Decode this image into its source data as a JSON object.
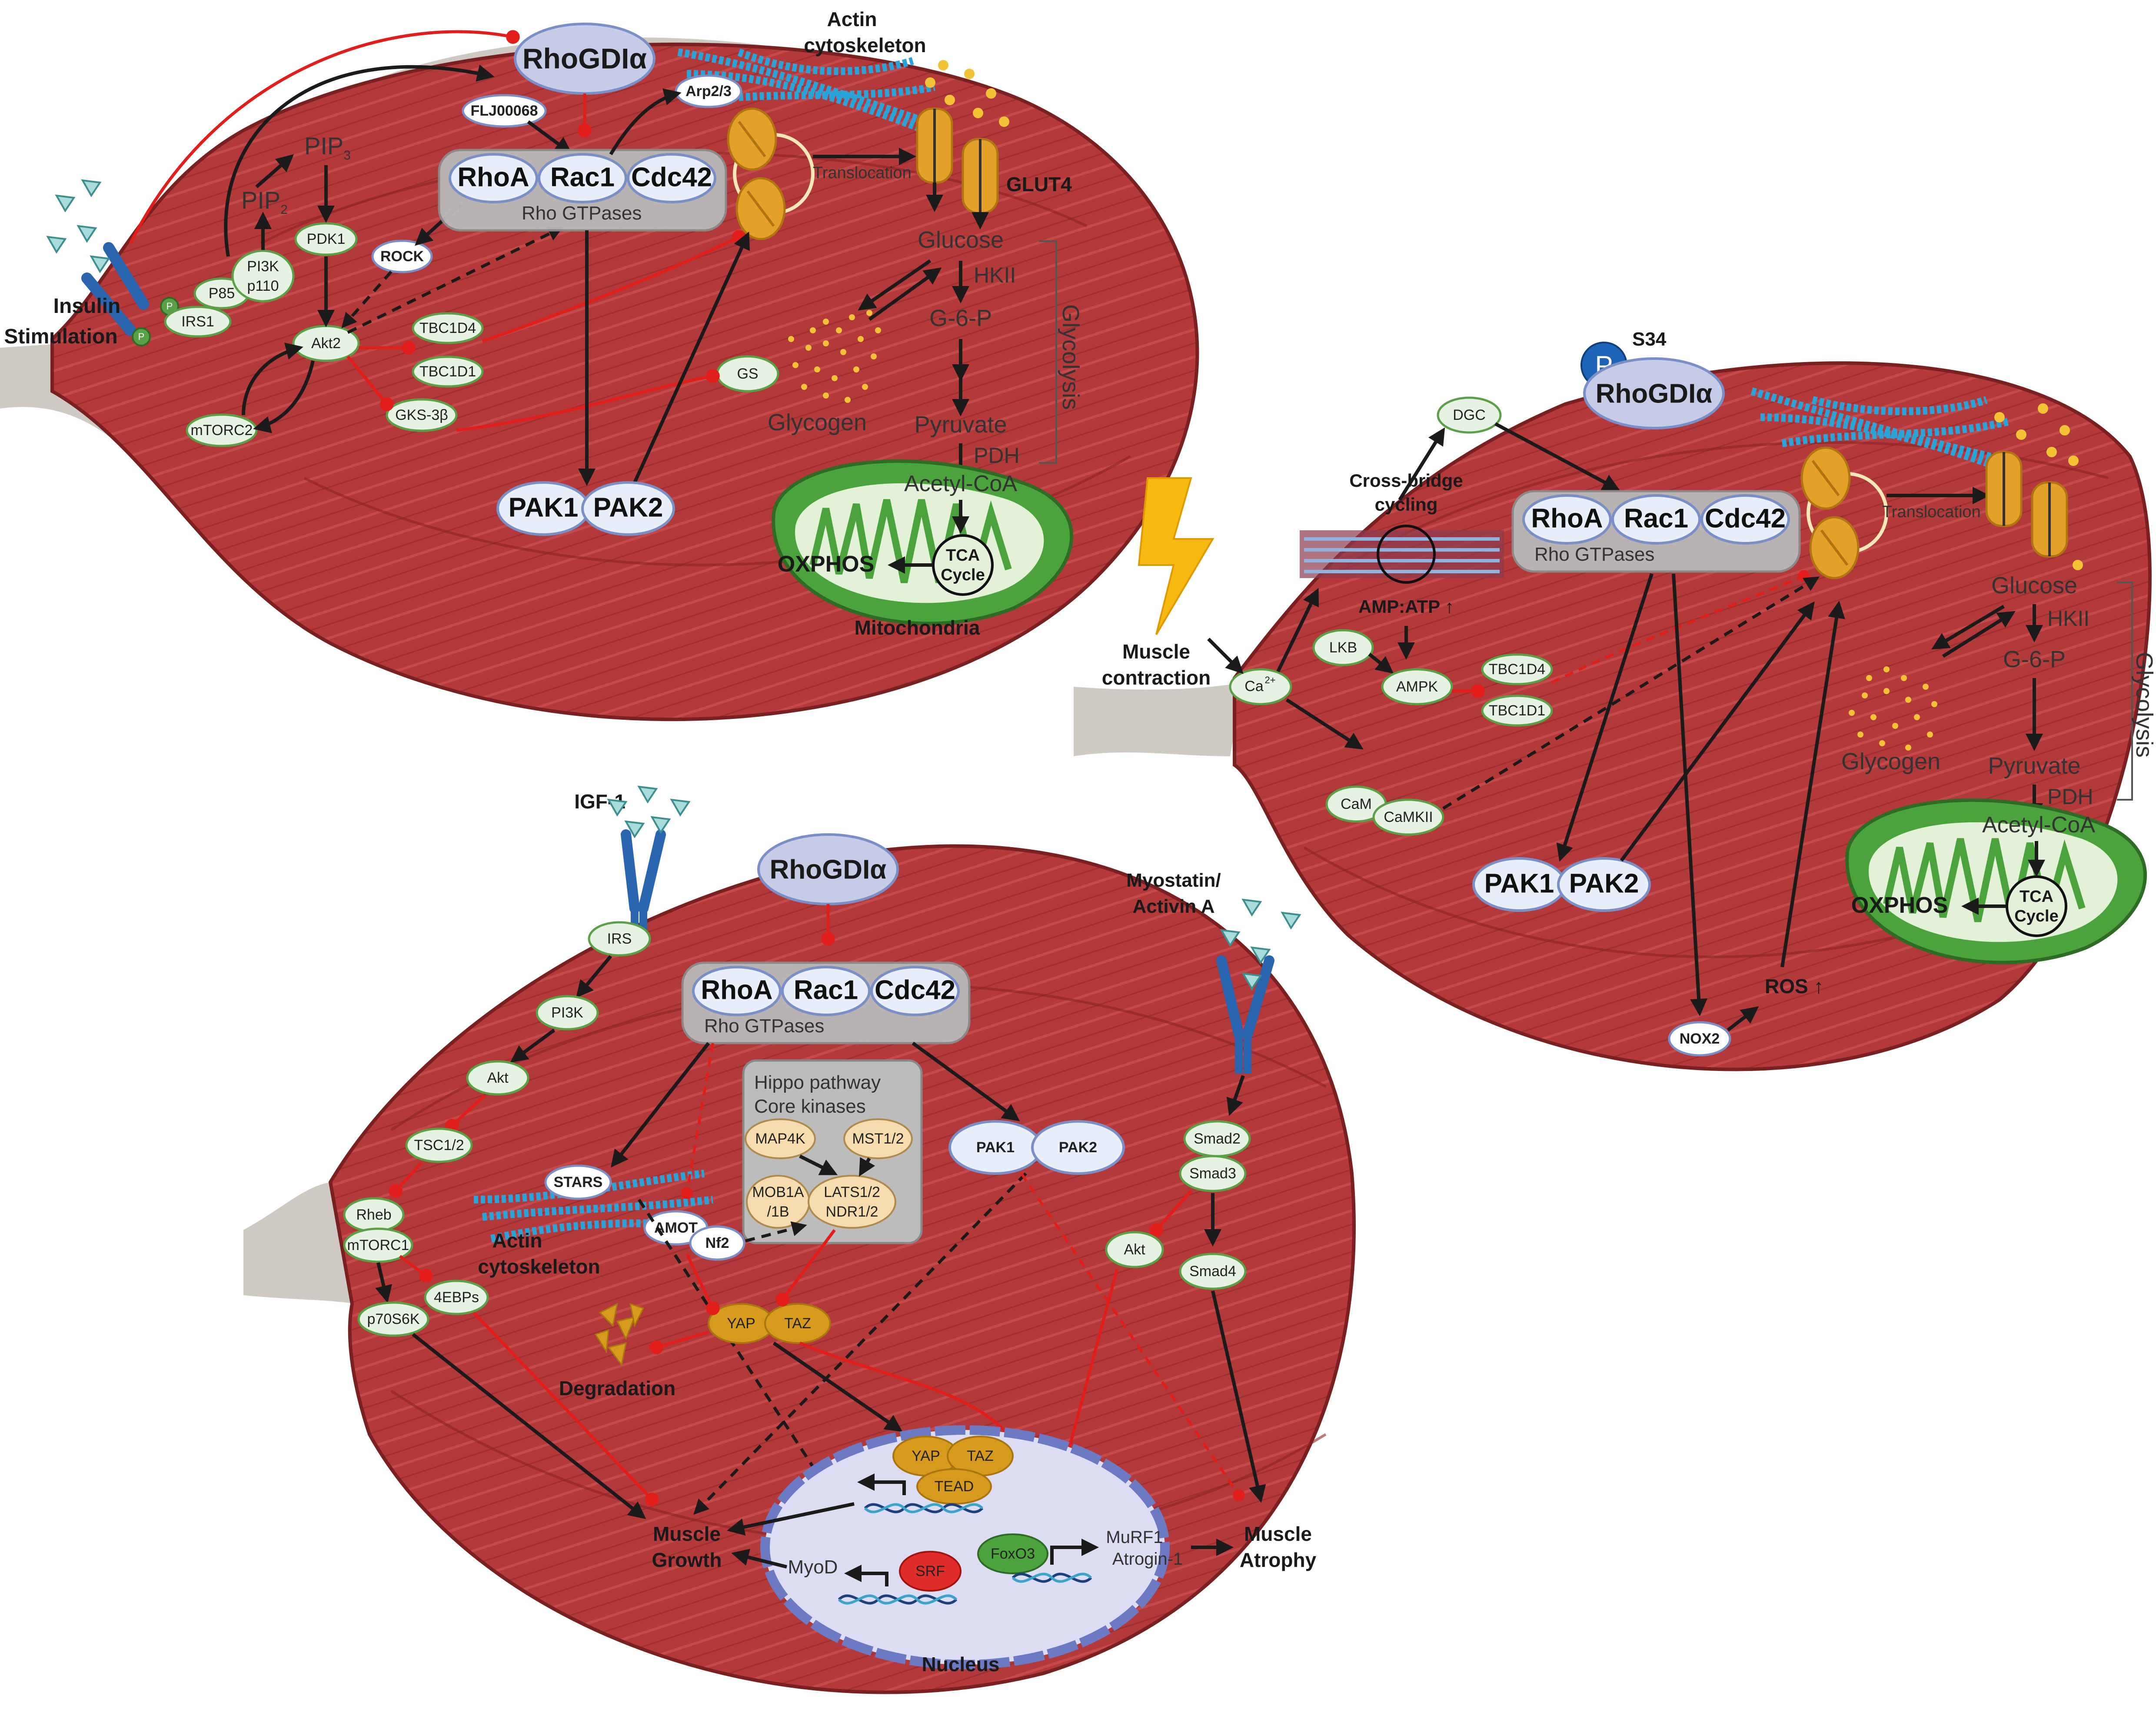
{
  "panel_a": {
    "stimulus": [
      "Insulin",
      "Stimulation"
    ],
    "irs1": "IRS1",
    "p_badge": "P",
    "p85": "P85",
    "pi3k": [
      "PI3K",
      "p110"
    ],
    "pip2": "PIP",
    "pip2_sub": "2",
    "pip3": "PIP",
    "pip3_sub": "3",
    "pdk1": "PDK1",
    "akt2": "Akt2",
    "mtorc2": "mTORC2",
    "gks3b": "GKS-3β",
    "tbc1d4": "TBC1D4",
    "tbc1d1": "TBC1D1",
    "rock": "ROCK",
    "fl": "FLJ00068",
    "rhogdi": "RhoGDIα",
    "arp": "Arp2/3",
    "actin": [
      "Actin",
      "cytoskeleton"
    ],
    "rhoa": "RhoA",
    "rac1": "Rac1",
    "cdc42": "Cdc42",
    "rho_gtpases": "Rho GTPases",
    "translocation": "Translocation",
    "glut4": "GLUT4",
    "glucose": "Glucose",
    "hkii": "HKII",
    "g6p": "G-6-P",
    "gs": "GS",
    "glycogen": "Glycogen",
    "pyruvate": "Pyruvate",
    "pdh": "PDH",
    "glycolysis": "Glycolysis",
    "acetyl": "Acetyl-CoA",
    "tca": [
      "TCA",
      "Cycle"
    ],
    "oxphos": "OXPHOS",
    "mito": "Mitochondria",
    "pak1": "PAK1",
    "pak2": "PAK2"
  },
  "panel_b": {
    "s34": "S34",
    "p_badge": "P",
    "rhogdi": "RhoGDIα",
    "dgc": "DGC",
    "cross": [
      "Cross-bridge",
      "cycling"
    ],
    "ampatp": "AMP:ATP ↑",
    "lkb": "LKB",
    "ampk": "AMPK",
    "tbc1d4": "TBC1D4",
    "tbc1d1": "TBC1D1",
    "ca": "Ca",
    "ca_sup": "2+",
    "muscle": [
      "Muscle",
      "contraction"
    ],
    "cam": "CaM",
    "camkii": "CaMKII",
    "rhoa": "RhoA",
    "rac1": "Rac1",
    "cdc42": "Cdc42",
    "rho_gtpases": "Rho GTPases",
    "translocation": "Translocation",
    "glucose": "Glucose",
    "hkii": "HKII",
    "g6p": "G-6-P",
    "glycogen": "Glycogen",
    "pyruvate": "Pyruvate",
    "pdh": "PDH",
    "glycolysis": "Glycolysis",
    "acetyl": "Acetyl-CoA",
    "tca": [
      "TCA",
      "Cycle"
    ],
    "oxphos": "OXPHOS",
    "pak1": "PAK1",
    "pak2": "PAK2",
    "ros": "ROS ↑",
    "nox2": "NOX2"
  },
  "panel_c": {
    "igf": "IGF-1",
    "irs": "IRS",
    "pi3k": "PI3K",
    "akt": "Akt",
    "tsc": "TSC1/2",
    "rheb": "Rheb",
    "mtorc1": "mTORC1",
    "ebp": "4EBPs",
    "p70": "p70S6K",
    "rhogdi": "RhoGDIα",
    "rhoa": "RhoA",
    "rac1": "Rac1",
    "cdc42": "Cdc42",
    "rho_gtpases": "Rho GTPases",
    "hippo": [
      "Hippo pathway",
      "Core kinases"
    ],
    "map4k": "MAP4K",
    "mst": "MST1/2",
    "mob": [
      "MOB1A",
      "/1B"
    ],
    "lats": [
      "LATS1/2",
      "NDR1/2"
    ],
    "stars": "STARS",
    "actin": [
      "Actin",
      "cytoskeleton"
    ],
    "amot": "AMOT",
    "nf2": "Nf2",
    "yap": "YAP",
    "taz": "TAZ",
    "tead": "TEAD",
    "degradation": "Degradation",
    "pak1": "PAK1",
    "pak2": "PAK2",
    "myostatin": [
      "Myostatin/",
      "Activin A"
    ],
    "smad2": "Smad2",
    "smad3": "Smad3",
    "smad4": "Smad4",
    "akt2": "Akt",
    "srf": "SRF",
    "myod": "MyoD",
    "foxo3": "FoxO3",
    "murf1": "MuRF1",
    "atrogin": "Atrogin-1",
    "growth": [
      "Muscle",
      "Growth"
    ],
    "atrophy": [
      "Muscle",
      "Atrophy"
    ],
    "nucleus": "Nucleus"
  },
  "colors": {
    "muscle": "#b3393a",
    "muscle_dark": "#8a2425",
    "tendon": "#cfc9c4",
    "mito": "#4aa43b",
    "actin": "#2aa3d8",
    "inhibit": "#e31d1a"
  }
}
